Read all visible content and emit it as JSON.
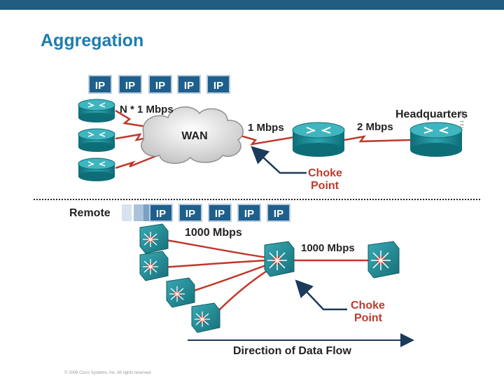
{
  "slide": {
    "title": "Aggregation",
    "footer": "© 2006 Cisco Systems, Inc. All rights reserved.",
    "tiny_code": "T3 1 _ P4",
    "accent": "#1e7bb0",
    "bar_color": "#1f5c80"
  },
  "top": {
    "ip_label": "IP",
    "ip_count": 5,
    "n_mbps": "N * 1 Mbps",
    "wan": "WAN",
    "link_1mbps": "1 Mbps",
    "link_2mbps": "2 Mbps",
    "headquarters": "Headquarters",
    "choke_line1": "Choke",
    "choke_line2": "Point"
  },
  "bottom": {
    "remote": "Remote",
    "ip_label": "IP",
    "link_1000_a": "1000 Mbps",
    "link_1000_b": "1000 Mbps",
    "choke_line1": "Choke",
    "choke_line2": "Point",
    "direction": "Direction of Data Flow"
  }
}
